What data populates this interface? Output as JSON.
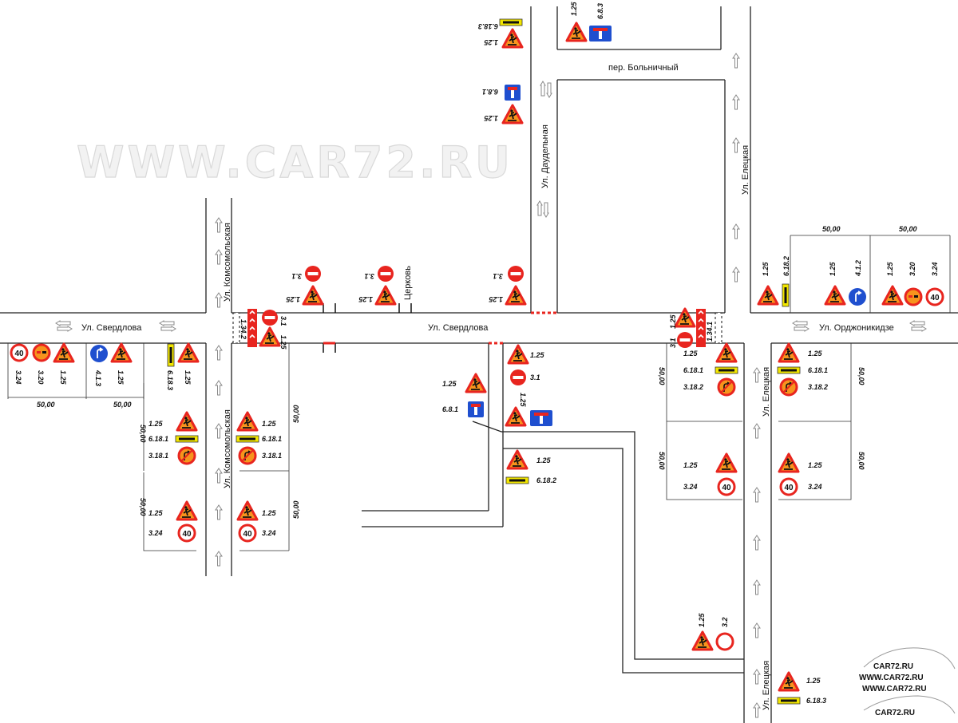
{
  "watermark": "WWW.CAR72.RU",
  "logo": {
    "texts": [
      "CAR72.RU",
      "WWW.CAR72.RU",
      "WWW.CAR72.RU",
      "CAR72.RU"
    ]
  },
  "streets": {
    "sverdlova": "Ул. Свердлова",
    "komsomolskaya": "Ул. Комсомольская",
    "daudelnaya": "Ул. Даудельная",
    "bolnichny": "пер. Больничный",
    "eletskaya": "Ул. Елецкая",
    "ordzhonikidze": "Ул. Орджоникидзе"
  },
  "places": {
    "church": "Церковь"
  },
  "dimensions": {
    "d50": "50,00"
  },
  "sign_codes": {
    "s1_25": "1.25",
    "s3_1": "3.1",
    "s3_2": "3.2",
    "s3_20": "3.20",
    "s3_24": "3.24",
    "s4_1_2": "4.1.2",
    "s4_1_3": "4.1.3",
    "s6_8_1": "6.8.1",
    "s6_8_3": "6.8.3",
    "s6_18_1": "6.18.1",
    "s6_18_2": "6.18.2",
    "s6_18_3": "6.18.3",
    "s3_18_1": "3.18.1",
    "s3_18_2": "3.18.2",
    "s1_34_1": "1.34.1",
    "s1_34_2": "1.34.2"
  },
  "speed_limit": "40",
  "colors": {
    "sign_red": "#e8251f",
    "work_orange": "#f7941d",
    "info_blue": "#1f4fcf",
    "detour_yellow": "#f2e600"
  }
}
